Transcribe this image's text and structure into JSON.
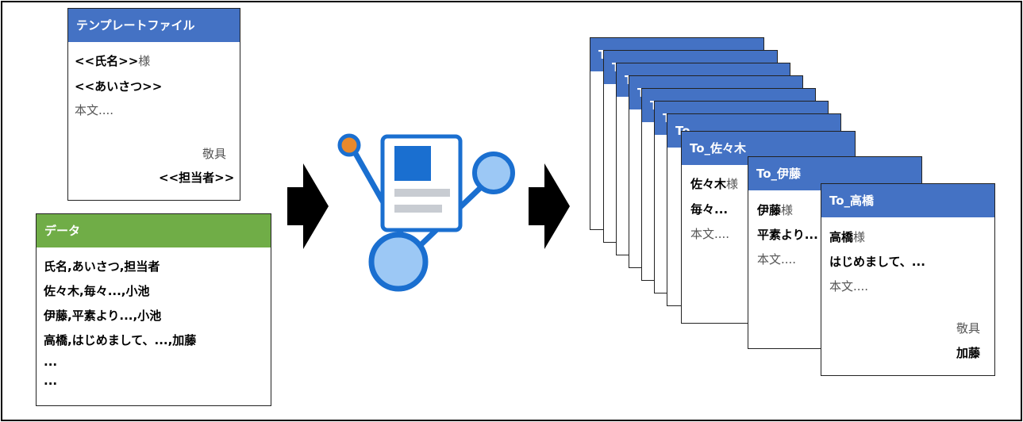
{
  "template": {
    "title": "テンプレートファイル",
    "name_field": "<<氏名>>",
    "name_suffix": "様",
    "greeting_field": "<<あいさつ>>",
    "body": "本文....",
    "closing": "敬具",
    "staff_field": "<<担当者>>"
  },
  "data": {
    "title": "データ",
    "rows": [
      "氏名,あいさつ,担当者",
      "佐々木,毎々...,小池",
      "伊藤,平素より...,小池",
      "高橋,はじめまして、...,加藤",
      "...",
      "..."
    ]
  },
  "stack": {
    "back_title_a": "To...",
    "back_title_b": "To_...",
    "sasaki": {
      "title": "To_佐々木",
      "name": "佐々木",
      "suffix": "様",
      "greeting": "毎々...",
      "body": "本文...."
    },
    "ito": {
      "title": "To_伊藤",
      "name": "伊藤",
      "suffix": "様",
      "greeting": "平素より...",
      "body": "本文...."
    },
    "takahashi": {
      "title": "To_高橋",
      "name": "高橋",
      "suffix": "様",
      "greeting": "はじめまして、...",
      "body": "本文....",
      "closing": "敬具",
      "staff": "加藤"
    }
  },
  "colors": {
    "header_blue": "#4472c4",
    "header_green": "#70ad47",
    "icon_blue": "#1a6fd0",
    "icon_light": "#9cc8f5",
    "icon_orange": "#e8892b"
  },
  "icons": {
    "merge": "document-merge-icon",
    "arrow": "right-arrow-icon"
  }
}
